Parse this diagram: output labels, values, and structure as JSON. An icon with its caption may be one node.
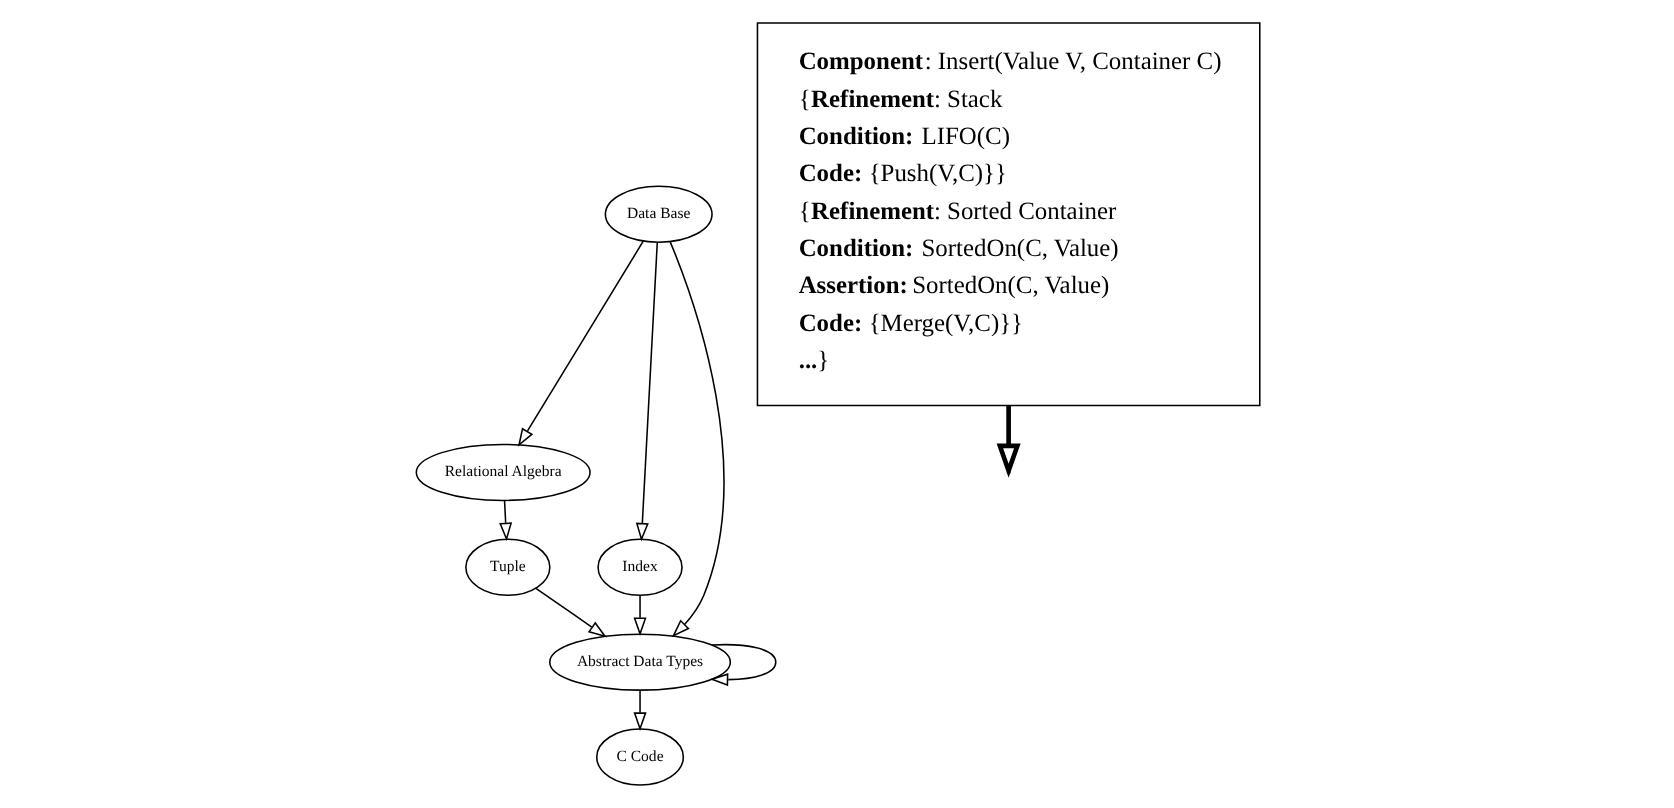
{
  "diagram": {
    "nodes": [
      {
        "text": [
          "Data Base"
        ]
      },
      {
        "text": [
          "Relational Algebra"
        ]
      },
      {
        "text": [
          "Tuple"
        ]
      },
      {
        "text": [
          "Index"
        ]
      },
      {
        "text": [
          "Abstract Data Types"
        ]
      },
      {
        "text": [
          "C Code"
        ]
      },
      {
        "text": [
          "**Component**: Insert(Value V, Container C)",
          "{**Refinement**: Stack",
          "**Condition:** LIFO(C)",
          "**Code:** {Push(V,C)}}",
          "{**Refinement**: Sorted Container",
          "**Condition:** SortedOn(C, Value)",
          "**Assertion:** SortedOn(C, Value)",
          "**Code:** {Merge(V,C)}}",
          "**...**}"
        ]
      }
    ],
    "edges": [
      {
        "from": 0,
        "to": 1,
        "arrow": "to"
      },
      {
        "from": 1,
        "to": 2,
        "arrow": "to"
      },
      {
        "from": 0,
        "to": 3,
        "arrow": "to"
      },
      {
        "from": 0,
        "to": 4,
        "arrow": "to"
      },
      {
        "from": 2,
        "to": 4,
        "arrow": "to"
      },
      {
        "from": 3,
        "to": 4,
        "arrow": "to"
      },
      {
        "from": 4,
        "to": 4,
        "arrow": "to"
      },
      {
        "from": 4,
        "to": 5,
        "arrow": "to"
      },
      {
        "from": 6,
        "to": null,
        "arrow": "to",
        "style": "thick"
      }
    ]
  }
}
